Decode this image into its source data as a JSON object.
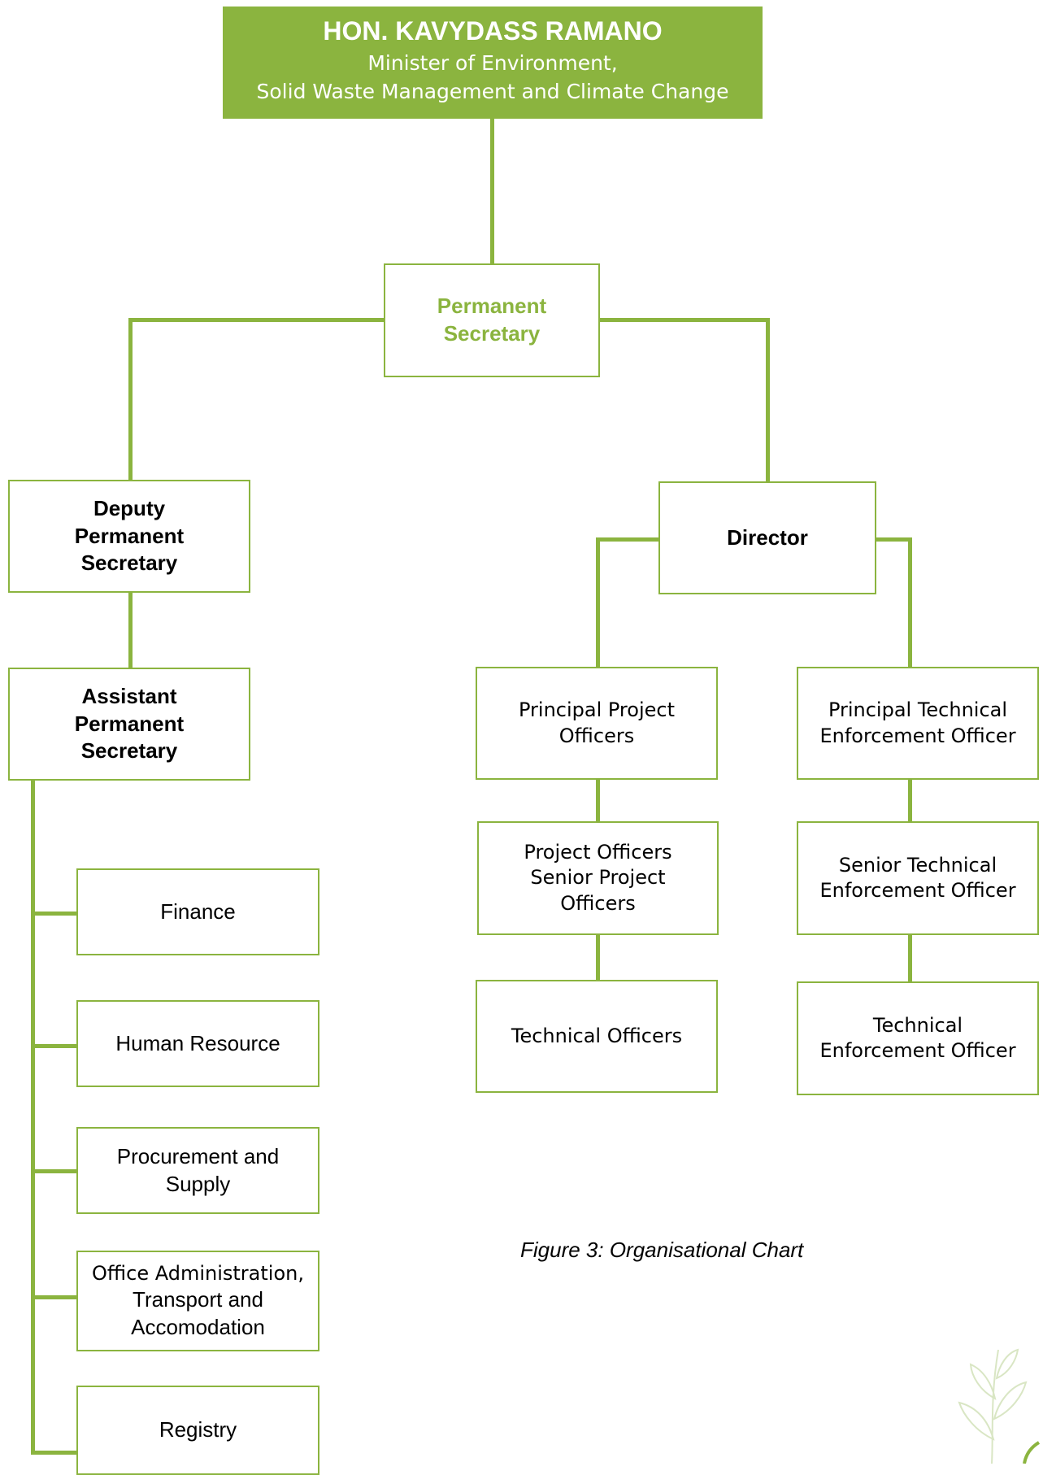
{
  "minister": {
    "name": "HON. KAVYDASS RAMANO",
    "title_line1": "Minister of Environment,",
    "title_line2": "Solid Waste Management and Climate Change"
  },
  "permanent_secretary": {
    "line1": "Permanent",
    "line2": "Secretary"
  },
  "left_branch": {
    "deputy": {
      "line1": "Deputy",
      "line2": "Permanent",
      "line3": "Secretary"
    },
    "assistant": {
      "line1": "Assistant",
      "line2": "Permanent",
      "line3": "Secretary"
    },
    "units": [
      {
        "line1": "Finance"
      },
      {
        "line1": "Human Resource"
      },
      {
        "line1": "Procurement and",
        "line2": "Supply"
      },
      {
        "line1": "Office Administration,",
        "line2": "Transport and",
        "line3": "Accomodation"
      },
      {
        "line1": "Registry"
      }
    ]
  },
  "right_branch": {
    "director": "Director",
    "project_column": [
      {
        "line1": "Principal Project",
        "line2": "Officers"
      },
      {
        "line1": "Project Officers",
        "line2": "Senior Project",
        "line3": "Officers"
      },
      {
        "line1": "Technical Officers"
      }
    ],
    "enforcement_column": [
      {
        "line1": "Principal Technical",
        "line2": "Enforcement Officer"
      },
      {
        "line1": "Senior Technical",
        "line2": "Enforcement Officer"
      },
      {
        "line1": "Technical",
        "line2": "Enforcement Officer"
      }
    ]
  },
  "caption": "Figure 3:  Organisational Chart",
  "colors": {
    "accent": "#8bb43f",
    "text": "#000000",
    "background": "#ffffff"
  }
}
